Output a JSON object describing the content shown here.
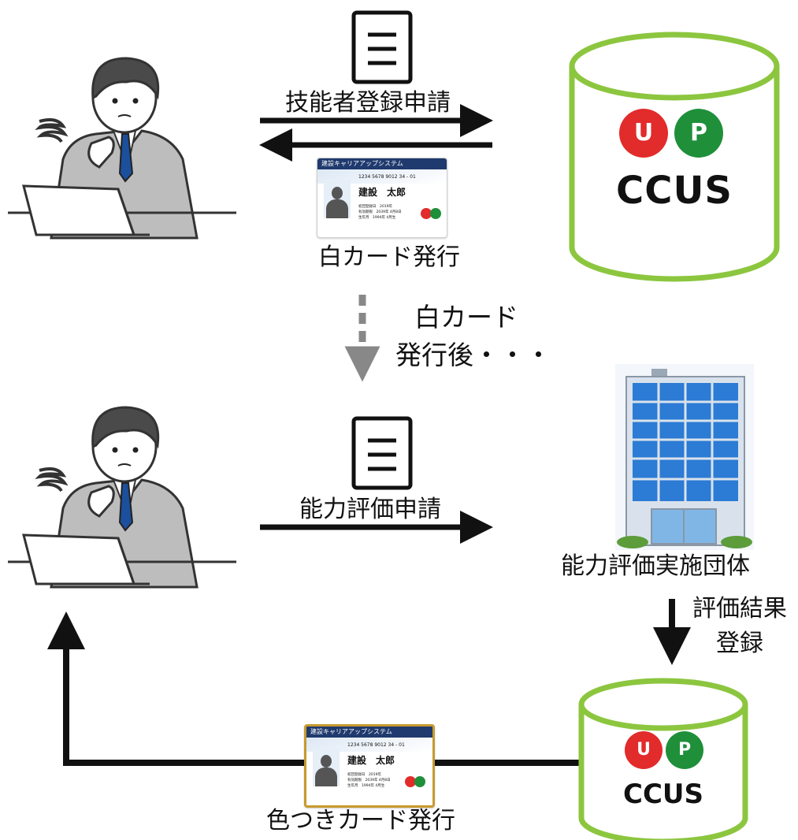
{
  "flow": {
    "register_label": "技能者登録申請",
    "white_card_label": "白カード発行",
    "after_line1": "白カード",
    "after_line2": "発行後・・・",
    "evaluation_apply_label": "能力評価申請",
    "org_label": "能力評価実施団体",
    "result_line1": "評価結果",
    "result_line2": "登録",
    "color_card_label": "色つきカード発行"
  },
  "ccus": {
    "mark_u": "U",
    "mark_p": "P",
    "name": "CCUS"
  },
  "card": {
    "header": "建設キャリアアップシステム",
    "number": "1234 5678 9012 34 - 01",
    "name": "建設　太郎",
    "info_line1": "初回登録日　2019年",
    "info_line2": "有効期限　2039年 4月8日",
    "info_line3": "生年月　1994年 4月生"
  },
  "colors": {
    "ccus_green": "#8cc63f",
    "ccus_red": "#e22b2b",
    "ccus_dark_green": "#1f8f3a",
    "white_card_band": "#1f3a6e",
    "color_card_border": "#c79a2e",
    "building_blue": "#2c7bd4"
  }
}
